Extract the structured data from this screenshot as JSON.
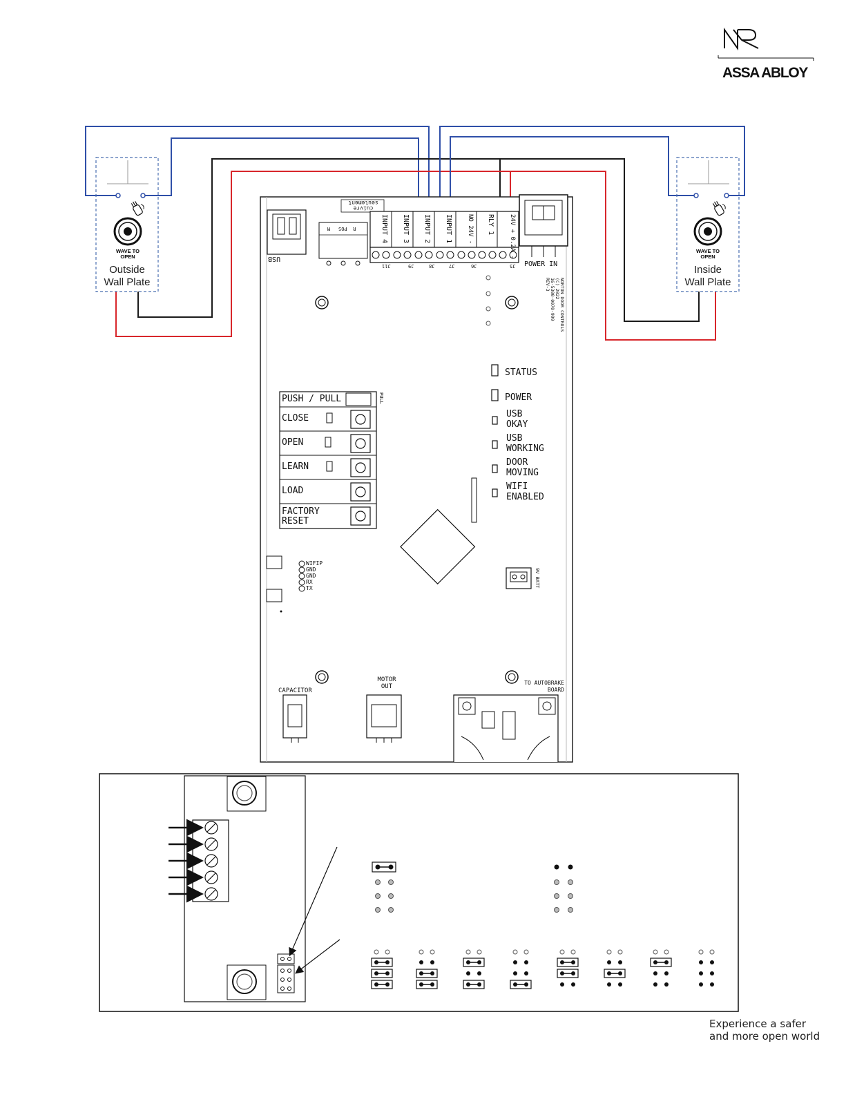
{
  "brand": {
    "logo_mark": "NR",
    "company": "ASSA ABLOY",
    "tagline_line1": "Experience a safer",
    "tagline_line2": "and more open world"
  },
  "colors": {
    "blue_wire": "#2f4fa8",
    "black_wire": "#1a1a1a",
    "red_wire": "#d8262b",
    "plate_dash": "#4a6fb0"
  },
  "wall_plates": [
    {
      "wave_line1": "WAVE TO",
      "wave_line2": "OPEN",
      "label_line1": "Outside",
      "label_line2": "Wall Plate"
    },
    {
      "wave_line1": "WAVE TO",
      "wave_line2": "OPEN",
      "label_line1": "Inside",
      "label_line2": "Wall Plate"
    }
  ],
  "board": {
    "usb": "USB",
    "copper_line1": "cuivre",
    "copper_line2": "seulement",
    "inputs": [
      "INPUT 4",
      "INPUT 3",
      "INPUT 2",
      "INPUT 1",
      "NO 24V -",
      "RLY 1",
      "24V + 0.2A -"
    ],
    "connector_ids": [
      "J11",
      "J9",
      "J8",
      "J7",
      "J6",
      "J5"
    ],
    "power_in": "POWER IN",
    "pos_labels": [
      "M",
      "POS",
      "R"
    ],
    "company_text": [
      "NORTON DOOR CONTROLS",
      "(C) 2022",
      "16-5300-0070-999",
      "REV-3"
    ],
    "leds": [
      {
        "line1": "STATUS",
        "line2": ""
      },
      {
        "line1": "POWER",
        "line2": ""
      },
      {
        "line1": "USB",
        "line2": "OKAY"
      },
      {
        "line1": "USB",
        "line2": "WORKING"
      },
      {
        "line1": "DOOR",
        "line2": "MOVING"
      },
      {
        "line1": "WIFI",
        "line2": "ENABLED"
      }
    ],
    "buttons": [
      {
        "line1": "PUSH / PULL",
        "line2": ""
      },
      {
        "line1": "CLOSE",
        "line2": ""
      },
      {
        "line1": "OPEN",
        "line2": ""
      },
      {
        "line1": "LEARN",
        "line2": ""
      },
      {
        "line1": "LOAD",
        "line2": ""
      },
      {
        "line1": "FACTORY",
        "line2": "RESET"
      }
    ],
    "pull_label": "PULL",
    "header_pins": [
      "WIFIP",
      "GND",
      "GND",
      "RX",
      "TX"
    ],
    "batt": "9V BATT",
    "capacitor": "CAPACITOR",
    "motor_line1": "MOTOR",
    "motor_line2": "OUT",
    "autobrake_line1": "TO AUTOBRAKE",
    "autobrake_line2": "BOARD"
  }
}
